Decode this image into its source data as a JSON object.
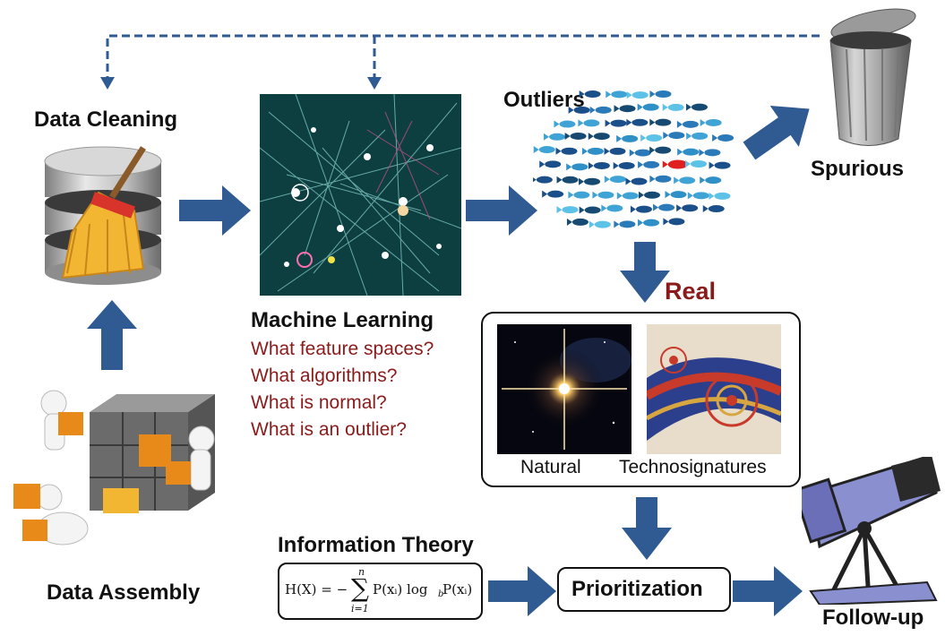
{
  "labels": {
    "data_cleaning": "Data Cleaning",
    "outliers": "Outliers",
    "spurious": "Spurious",
    "real": "Real",
    "machine_learning": "Machine Learning",
    "natural": "Natural",
    "technosignatures": "Technosignatures",
    "information_theory": "Information Theory",
    "prioritization": "Prioritization",
    "data_assembly": "Data Assembly",
    "follow_up": "Follow-up"
  },
  "questions": [
    "What feature spaces?",
    "What algorithms?",
    "What is normal?",
    "What is an outlier?"
  ],
  "formula": {
    "lhs": "H(X) = −",
    "sum_top": "n",
    "sum_sign": "∑",
    "sum_bottom": "i=1",
    "rhs": "P(xᵢ) log",
    "base": "b",
    "tail": " P(xᵢ)"
  },
  "colors": {
    "arrow": "#2f5a92",
    "question_text": "#8b1a1a",
    "real_text": "#8b1a1a",
    "dashed_line": "#2f5a92"
  }
}
